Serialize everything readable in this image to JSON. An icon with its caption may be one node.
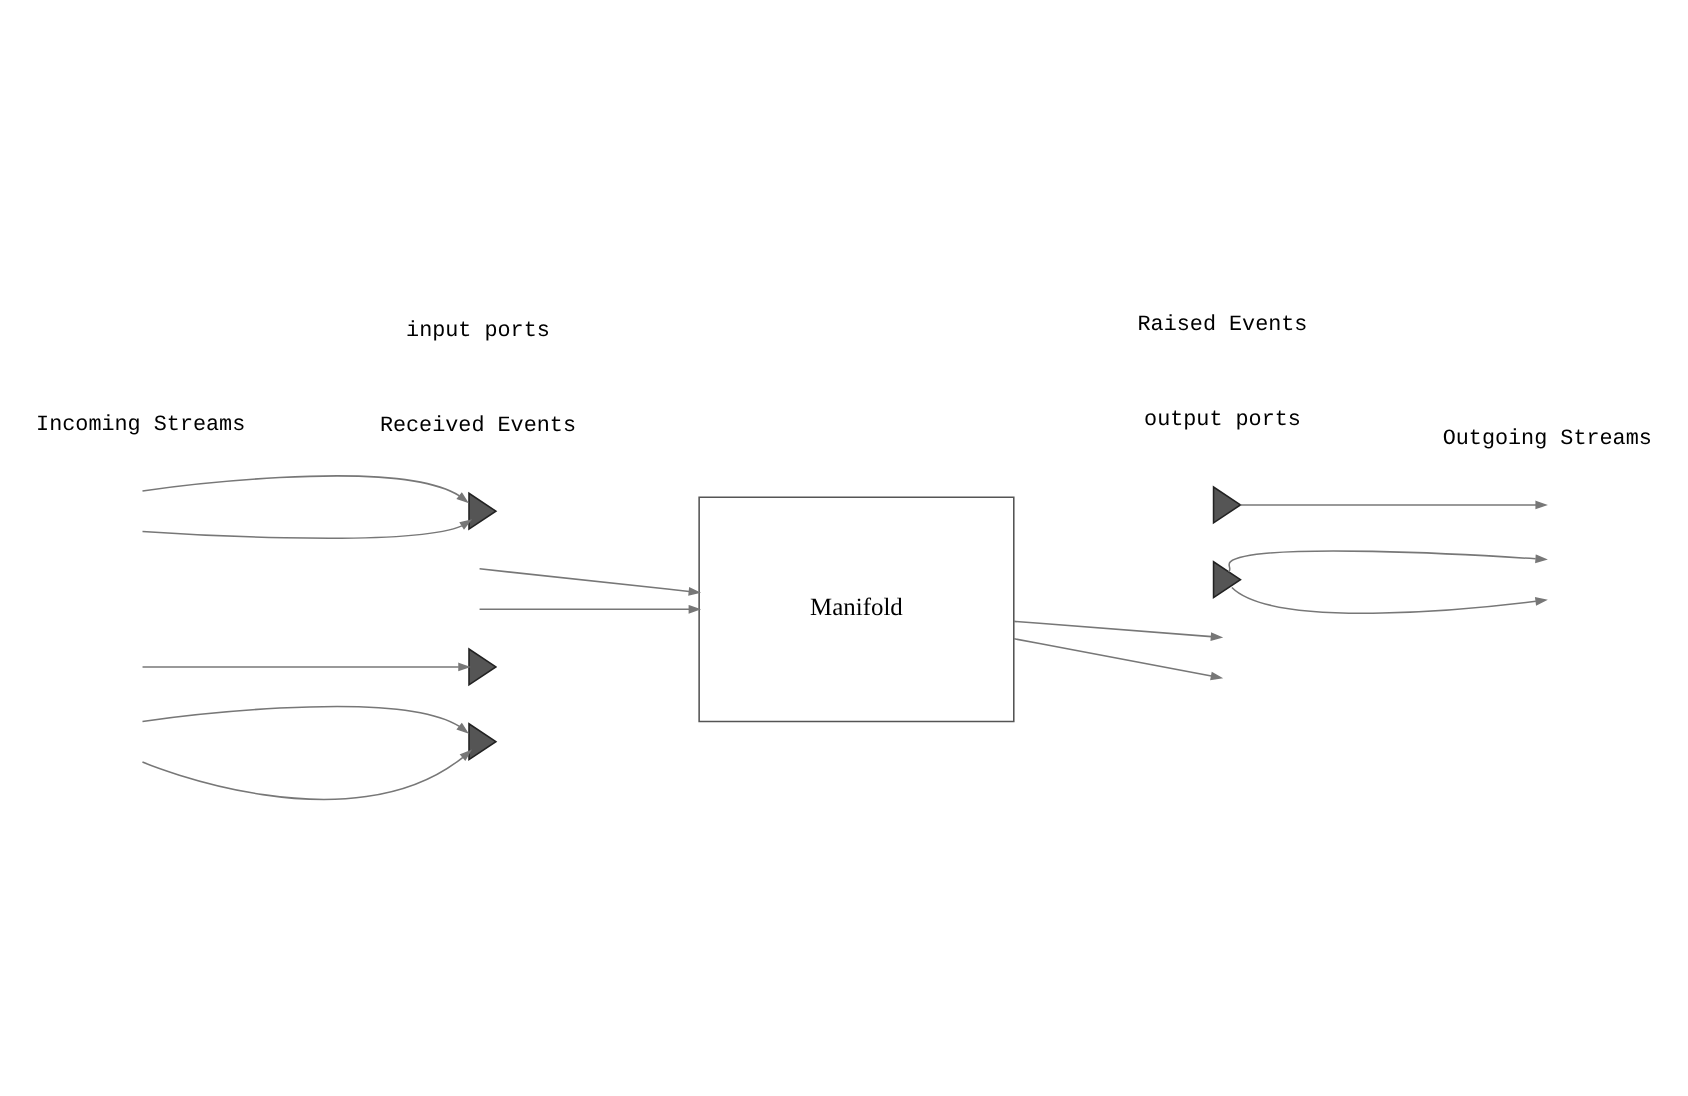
{
  "diagram": {
    "nodes": [
      {
        "text": [
          "Manifold"
        ]
      },
      {
        "text": [],
        "shape": "triangle"
      },
      {
        "text": [],
        "shape": "triangle"
      },
      {
        "text": [],
        "shape": "triangle"
      },
      {
        "text": [],
        "shape": "triangle"
      },
      {
        "text": [],
        "shape": "triangle"
      }
    ],
    "edges": [
      {
        "from": null,
        "to": 1,
        "arrow": "to"
      },
      {
        "from": null,
        "to": 1,
        "arrow": "to"
      },
      {
        "from": null,
        "to": 2,
        "arrow": "to"
      },
      {
        "from": null,
        "to": 3,
        "arrow": "to"
      },
      {
        "from": null,
        "to": 3,
        "arrow": "to"
      },
      {
        "from": 4,
        "to": null,
        "arrow": "to"
      },
      {
        "from": 5,
        "to": null,
        "arrow": "to"
      },
      {
        "from": 5,
        "to": null,
        "arrow": "to"
      },
      {
        "from": null,
        "to": 0,
        "arrow": "to"
      },
      {
        "from": null,
        "to": 0,
        "arrow": "to"
      },
      {
        "from": 0,
        "to": null,
        "arrow": "to"
      },
      {
        "from": 0,
        "to": null,
        "arrow": "to"
      }
    ],
    "labels": [
      "Received Events",
      "input ports",
      "output ports",
      "Incoming Streams",
      "Outgoing Streams",
      "Raised Events"
    ]
  }
}
